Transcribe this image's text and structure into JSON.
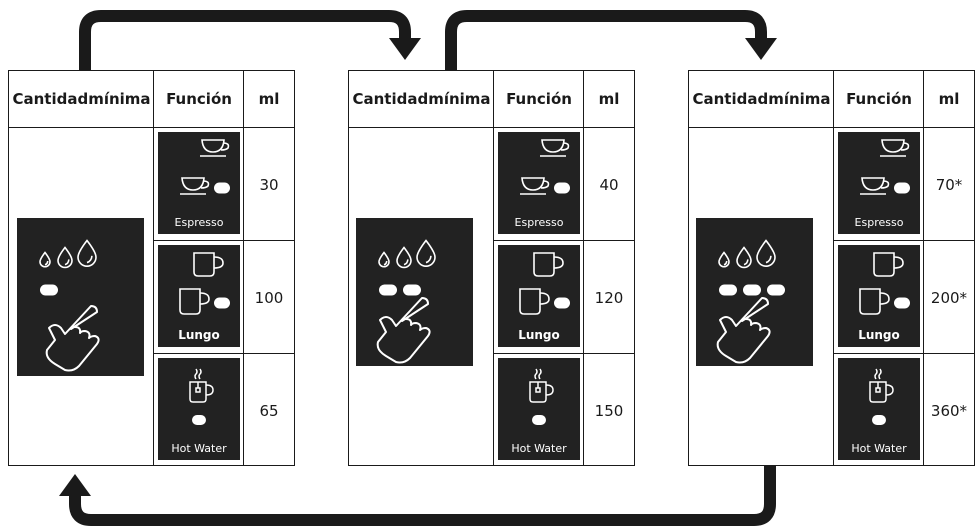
{
  "headers": {
    "col1": "Cantidad mínima",
    "col1_line1": "Cantidad",
    "col1_line2": "mínima",
    "col2": "Función",
    "col3": "ml"
  },
  "functions": {
    "espresso": "Espresso",
    "lungo": "Lungo",
    "hot_water": "Hot Water"
  },
  "tables": [
    {
      "level_dots": 1,
      "values": {
        "espresso": "30",
        "lungo": "100",
        "hot_water": "65"
      }
    },
    {
      "level_dots": 2,
      "values": {
        "espresso": "40",
        "lungo": "120",
        "hot_water": "150"
      }
    },
    {
      "level_dots": 3,
      "values": {
        "espresso": "70*",
        "lungo": "200*",
        "hot_water": "360*"
      }
    }
  ],
  "icons": [
    "drop-icon",
    "hand-touch-icon",
    "espresso-cup-icon",
    "lungo-mug-icon",
    "hot-water-mug-icon",
    "button-indicator",
    "cycle-arrow"
  ],
  "colors": {
    "ink": "#1a1a1a",
    "panel": "#222222",
    "background": "#ffffff"
  }
}
